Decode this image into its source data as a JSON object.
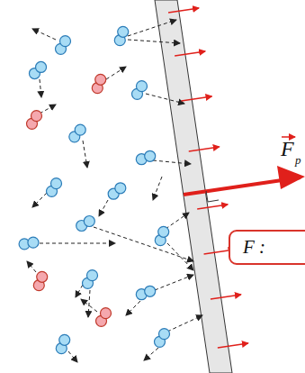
{
  "diagram": {
    "nodes": [
      {
        "text": [
          "F :"
        ]
      }
    ],
    "labels": [
      "F",
      "p"
    ]
  }
}
